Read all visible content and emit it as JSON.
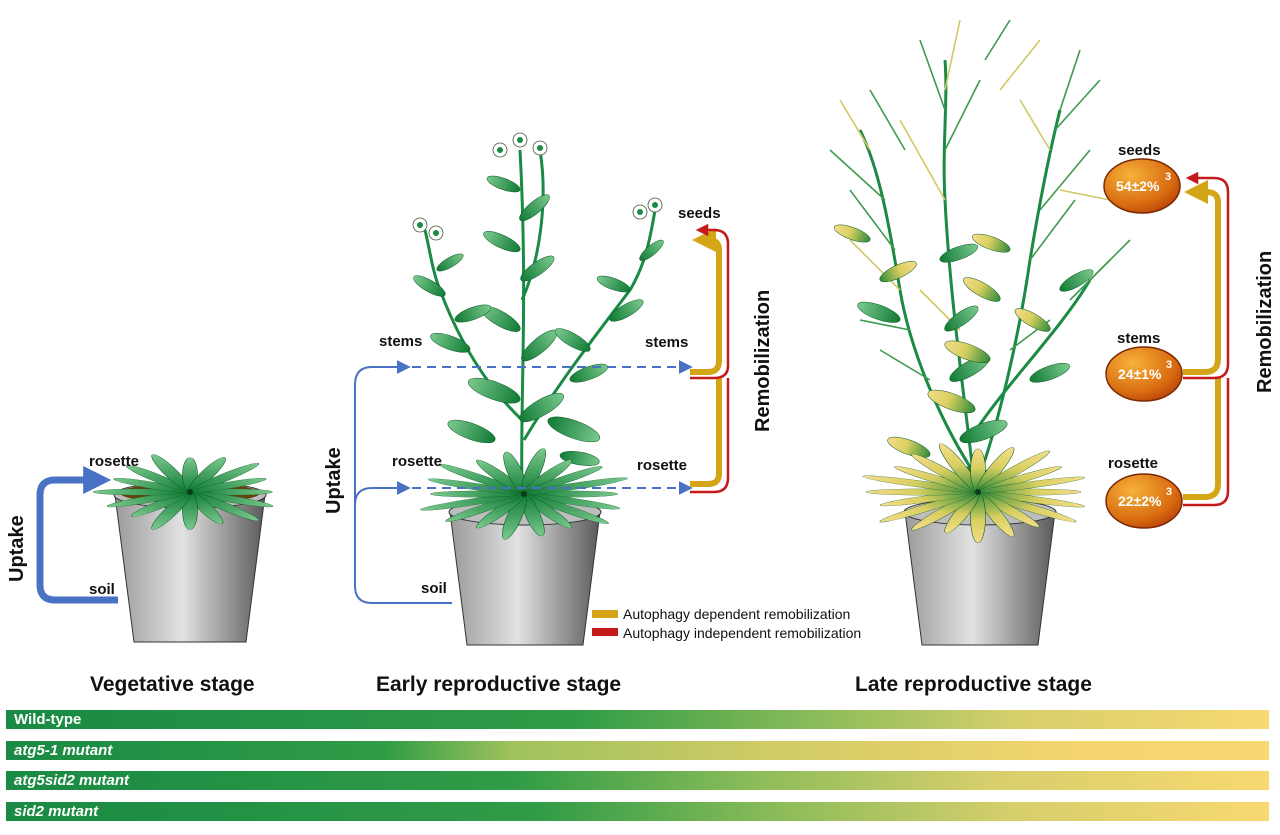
{
  "vegetative": {
    "uptake": "Uptake",
    "rosette": "rosette",
    "soil": "soil",
    "stage": "Vegetative stage"
  },
  "early": {
    "uptake": "Uptake",
    "stems_left": "stems",
    "rosette_left": "rosette",
    "soil": "soil",
    "seeds": "seeds",
    "stems_right": "stems",
    "rosette_right": "rosette",
    "remobilization": "Remobilization",
    "stage": "Early reproductive stage"
  },
  "late": {
    "seeds": "seeds",
    "stems": "stems",
    "rosette": "rosette",
    "seeds_value": "54±2%",
    "stems_value": "24±1%",
    "rosette_value": "22±2%",
    "superscript": "3",
    "remobilization": "Remobilization",
    "stage": "Late reproductive stage"
  },
  "legend": {
    "items": [
      {
        "label": "Autophagy dependent remobilization",
        "color": "#d4a516"
      },
      {
        "label": "Autophagy independent remobilization",
        "color": "#c41a1a"
      }
    ]
  },
  "bars": [
    {
      "label": "Wild-type",
      "italic": false
    },
    {
      "label": "atg5-1 mutant",
      "italic": true
    },
    {
      "label": "atg5sid2 mutant",
      "italic": true
    },
    {
      "label": "sid2 mutant",
      "italic": true
    }
  ],
  "colors": {
    "uptake_blue": "#4a72c4",
    "plant_green": "#1f9148",
    "senescent_yellow": "#f6d56a",
    "seed_orange": "#e07814"
  }
}
